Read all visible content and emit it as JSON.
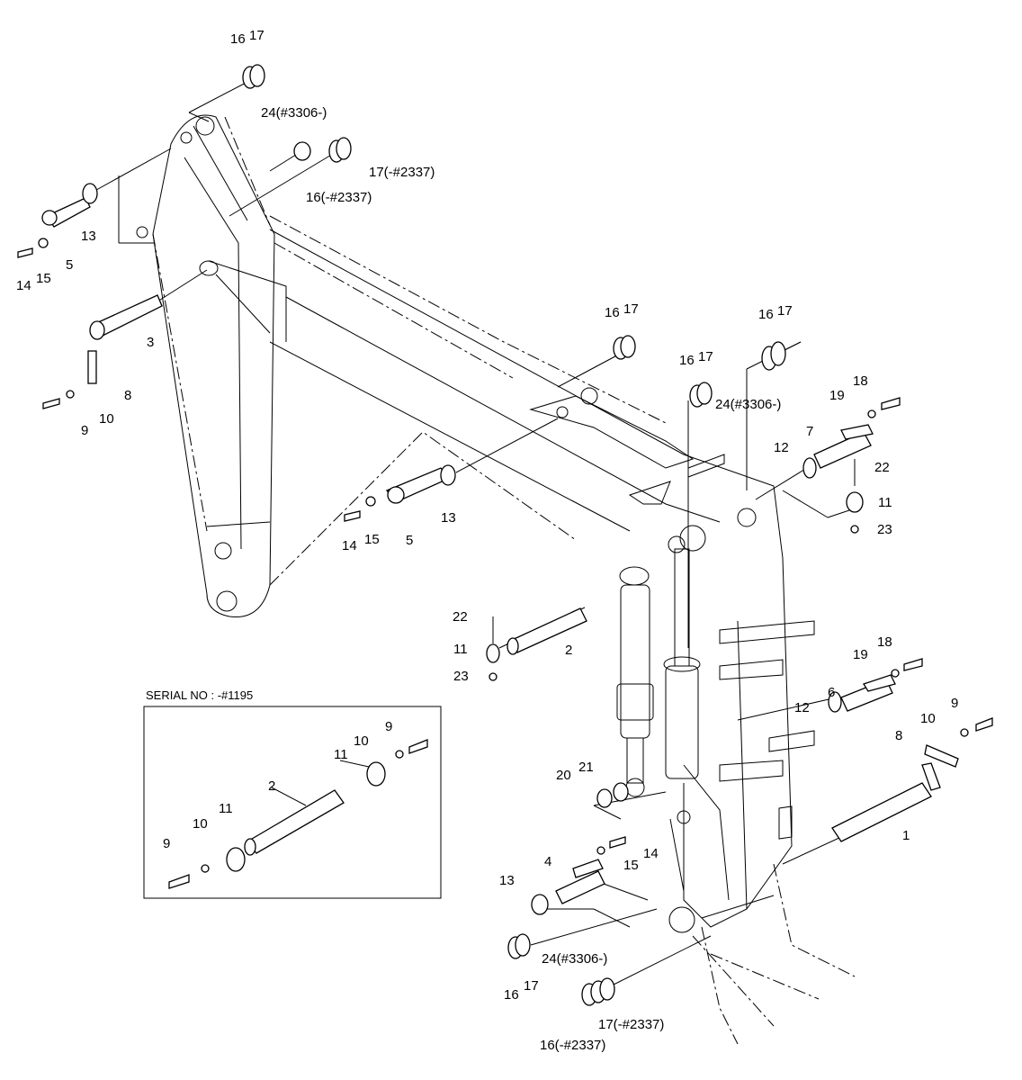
{
  "diagram": {
    "inset_caption": "SERIAL NO : -#1195",
    "labels": [
      {
        "id": "l01",
        "text": "16"
      },
      {
        "id": "l02",
        "text": "17"
      },
      {
        "id": "l03",
        "text": "24(#3306-)"
      },
      {
        "id": "l04",
        "text": "17(-#2337)"
      },
      {
        "id": "l05",
        "text": "16(-#2337)"
      },
      {
        "id": "l06",
        "text": "13"
      },
      {
        "id": "l07",
        "text": "5"
      },
      {
        "id": "l08",
        "text": "14"
      },
      {
        "id": "l09",
        "text": "15"
      },
      {
        "id": "l10",
        "text": "3"
      },
      {
        "id": "l11",
        "text": "8"
      },
      {
        "id": "l12",
        "text": "9"
      },
      {
        "id": "l13",
        "text": "10"
      },
      {
        "id": "l14",
        "text": "16"
      },
      {
        "id": "l15",
        "text": "17"
      },
      {
        "id": "l16",
        "text": "16"
      },
      {
        "id": "l17",
        "text": "17"
      },
      {
        "id": "l18",
        "text": "16"
      },
      {
        "id": "l19",
        "text": "17"
      },
      {
        "id": "l20",
        "text": "24(#3306-)"
      },
      {
        "id": "l21",
        "text": "18"
      },
      {
        "id": "l22",
        "text": "19"
      },
      {
        "id": "l23",
        "text": "7"
      },
      {
        "id": "l24",
        "text": "12"
      },
      {
        "id": "l25",
        "text": "22"
      },
      {
        "id": "l26",
        "text": "11"
      },
      {
        "id": "l27",
        "text": "23"
      },
      {
        "id": "l28",
        "text": "14"
      },
      {
        "id": "l29",
        "text": "15"
      },
      {
        "id": "l30",
        "text": "5"
      },
      {
        "id": "l31",
        "text": "13"
      },
      {
        "id": "l32",
        "text": "22"
      },
      {
        "id": "l33",
        "text": "11"
      },
      {
        "id": "l34",
        "text": "23"
      },
      {
        "id": "l35",
        "text": "2"
      },
      {
        "id": "l36",
        "text": "9"
      },
      {
        "id": "l37",
        "text": "10"
      },
      {
        "id": "l38",
        "text": "11"
      },
      {
        "id": "l39",
        "text": "2"
      },
      {
        "id": "l40",
        "text": "11"
      },
      {
        "id": "l41",
        "text": "10"
      },
      {
        "id": "l42",
        "text": "9"
      },
      {
        "id": "l43",
        "text": "18"
      },
      {
        "id": "l44",
        "text": "19"
      },
      {
        "id": "l45",
        "text": "6"
      },
      {
        "id": "l46",
        "text": "12"
      },
      {
        "id": "l47",
        "text": "9"
      },
      {
        "id": "l48",
        "text": "10"
      },
      {
        "id": "l49",
        "text": "8"
      },
      {
        "id": "l50",
        "text": "20"
      },
      {
        "id": "l51",
        "text": "21"
      },
      {
        "id": "l52",
        "text": "1"
      },
      {
        "id": "l53",
        "text": "4"
      },
      {
        "id": "l54",
        "text": "13"
      },
      {
        "id": "l55",
        "text": "14"
      },
      {
        "id": "l56",
        "text": "15"
      },
      {
        "id": "l57",
        "text": "24(#3306-)"
      },
      {
        "id": "l58",
        "text": "16"
      },
      {
        "id": "l59",
        "text": "17"
      },
      {
        "id": "l60",
        "text": "17(-#2337)"
      },
      {
        "id": "l61",
        "text": "16(-#2337)"
      }
    ]
  }
}
